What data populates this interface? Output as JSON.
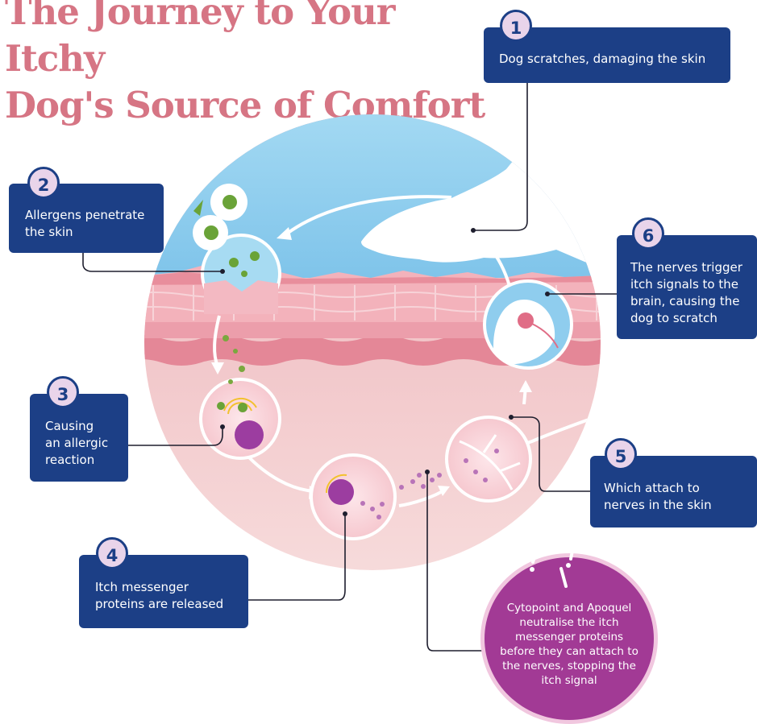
{
  "title": {
    "line1": "The Journey to Your Itchy",
    "line2": "Dog's Source of Comfort"
  },
  "steps": [
    {
      "number": "1",
      "text": [
        "Dog scratches, damaging the skin"
      ]
    },
    {
      "number": "2",
      "text": [
        "Allergens penetrate",
        "the skin"
      ]
    },
    {
      "number": "3",
      "text": [
        "Causing",
        "an allergic",
        "reaction"
      ]
    },
    {
      "number": "4",
      "text": [
        "Itch messenger",
        "proteins are released"
      ]
    },
    {
      "number": "5",
      "text": [
        "Which attach to",
        "nerves in the skin"
      ]
    },
    {
      "number": "6",
      "text": [
        "The nerves trigger",
        "itch signals to the",
        "brain, causing the",
        "dog to scratch"
      ]
    }
  ],
  "callout": {
    "lines": [
      "Cytopoint and Apoquel",
      "neutralise  the itch",
      "messenger  proteins",
      "before they can attach to",
      "the nerves, stopping the",
      "itch signal"
    ]
  },
  "colors": {
    "title": "#d67584",
    "box": "#1c3f86",
    "badge": "#e9d4ea",
    "sky": "#8fcdee",
    "skin_top": "#f2a9b4",
    "skin_deep": "#e6a4ae",
    "callout": "#a23a95",
    "callout_border": "#f1c7df",
    "connector": "#1e1e2e"
  }
}
